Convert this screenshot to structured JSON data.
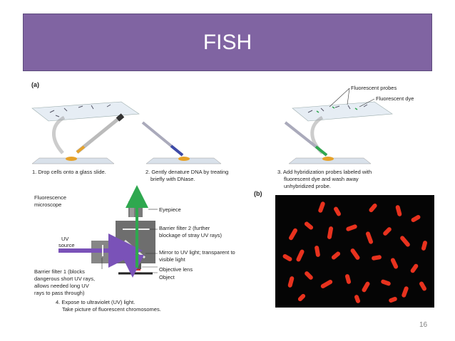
{
  "slide": {
    "title": "FISH",
    "page_number": "16"
  },
  "panel_a": {
    "label": "(a)",
    "steps": [
      {
        "line1": "1. Drop cells onto a glass slide.",
        "line2": ""
      },
      {
        "line1": "2. Gently denature DNA by treating",
        "line2": "briefly with DNase."
      },
      {
        "line1": "3. Add hybridization probes labeled with",
        "line2": "fluorescent dye and wash away",
        "line3": "unhybridized probe."
      }
    ],
    "callouts": {
      "probes": "Fluorescent probes",
      "dye": "Fluorescent dye"
    }
  },
  "panel_b": {
    "label": "(b)"
  },
  "microscope": {
    "heading_line1": "Fluorescence",
    "heading_line2": "microscope",
    "uv_line1": "UV",
    "uv_line2": "source",
    "eyepiece": "Eyepiece",
    "barrier2_line1": "Barrier filter 2 (further",
    "barrier2_line2": "blockage of stray UV rays)",
    "mirror_line1": "Mirror to UV light; transparent to",
    "mirror_line2": "visible light",
    "objective": "Objective lens",
    "object": "Object",
    "barrier1_line1": "Barrier filter 1 (blocks",
    "barrier1_line2": "dangerous short UV rays,",
    "barrier1_line3": "allows needed long UV",
    "barrier1_line4": "rays to pass through)",
    "step4_line1": "4. Expose to ultraviolet (UV) light.",
    "step4_line2": "Take picture of fluorescent chromosomes."
  },
  "colors": {
    "title_bg": "#8064a2",
    "uv": "#7a52b8",
    "visible": "#2fa84f",
    "chromosome": "#e8321e"
  }
}
